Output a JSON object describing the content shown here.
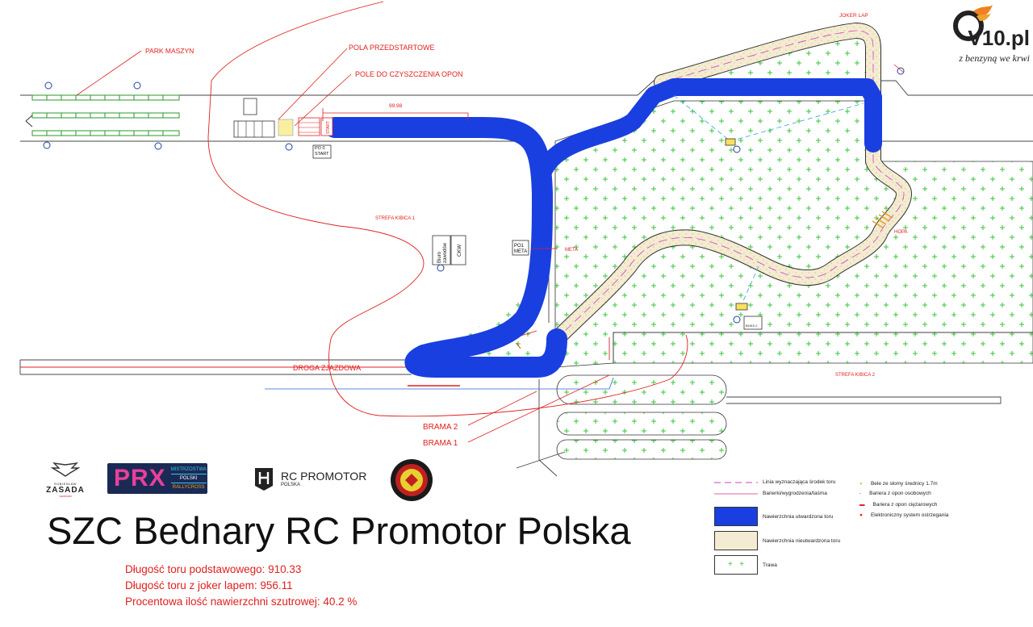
{
  "labels": {
    "park_maszyn": "PARK MASZYN",
    "pola_przedstartowe": "POLA PRZEDSTARTOWE",
    "pole_czyszczenia": "POLE DO CZYSZCZENIA OPON",
    "joker_lap": "JOKER LAP",
    "distance": "99.98",
    "start_line": "START",
    "po0": "PO 0",
    "po0_start": "START",
    "strefa_kibica_1": "STREFA KIBICA 1",
    "strefa_kibica_2": "STREFA KIBICA 2",
    "biuro": "Biuro",
    "zawodow": "zawodów",
    "ckw": "CKW",
    "po1": "PO1",
    "po1_meta": "META",
    "meta": "META",
    "hopa": "HOPA",
    "droga_zjazdowa": "DROGA ZJAZDOWA",
    "brama_1": "BRAMA 1",
    "brama_2": "BRAMA 2",
    "tech_box": "BOKS 2"
  },
  "logos": {
    "zasada_top": "SOBIESŁAW",
    "zasada_name": "ZASADA",
    "zasada_sub": "CENTRUM",
    "prx_big": "PRX",
    "prx_line1": "MISTRZOSTWA",
    "prx_line2": "POLSKI",
    "prx_line3": "RALLYCROSS",
    "rcp_name": "RC PROMOTOR",
    "rcp_sub": "POLSKA",
    "v10": "V10.pl",
    "v10_tag": "z benzyną we krwi"
  },
  "title": "SZC Bednary RC Promotor Polska",
  "stats": {
    "line1": "Długość toru podstawowego: 910.33",
    "line2": "Długość toru z joker lapem: 956.11",
    "line3": "Procentowa ilość nawierzchni szutrowej: 40.2 %"
  },
  "legend": {
    "line_center": "Linia wyznaczająca środek toru",
    "line_barrier": "Barierki/wygrodzenia/taśma",
    "paved": "Nawierzchnia utwardzona toru",
    "unpaved": "Nawierzchnia nieutwardzona toru",
    "grass": "Trawa",
    "bales": "Bele ze słomy średnicy 1.7m",
    "tyre_light": "Bariera z opon osobowych",
    "tyre_heavy": "Bariera z opon ciężarowych",
    "warning": "Elektroniczny system ostrzegania"
  },
  "colors": {
    "paved": "#1a3fe0",
    "unpaved": "#f4ecd2",
    "grass_cross": "#3ac43a",
    "red": "#e02020"
  }
}
